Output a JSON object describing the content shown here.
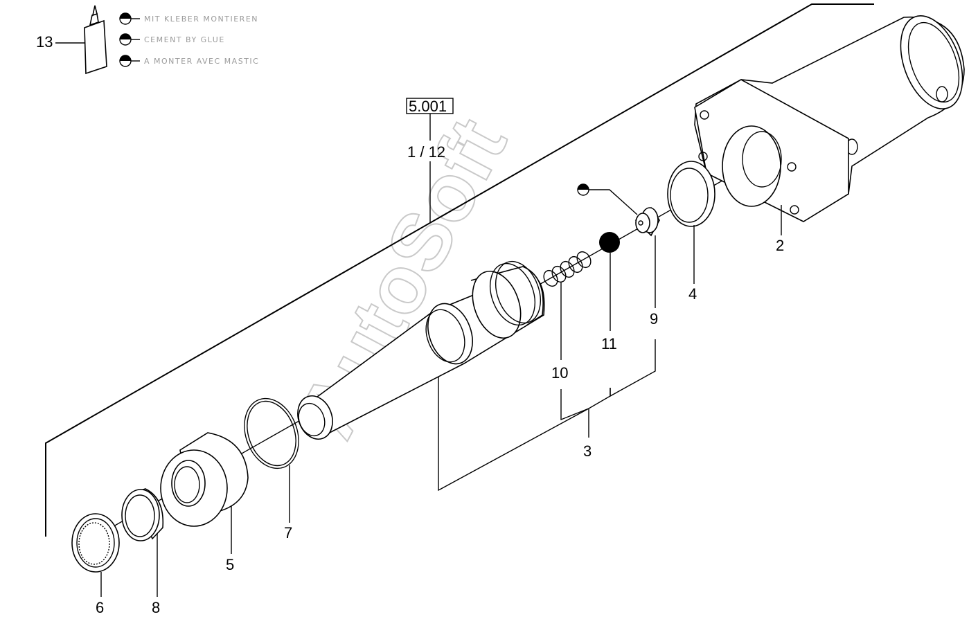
{
  "ref": {
    "code": "5.001",
    "sheet": "1 / 12"
  },
  "legend": {
    "item_number": "13",
    "lines": [
      "MIT KLEBER MONTIEREN",
      "CEMENT BY GLUE",
      "A MONTER AVEC MASTIC"
    ]
  },
  "parts": {
    "p2": "2",
    "p3": "3",
    "p4": "4",
    "p5": "5",
    "p6": "6",
    "p7": "7",
    "p8": "8",
    "p9": "9",
    "p10": "10",
    "p11": "11"
  },
  "watermark": "AutoSoft"
}
